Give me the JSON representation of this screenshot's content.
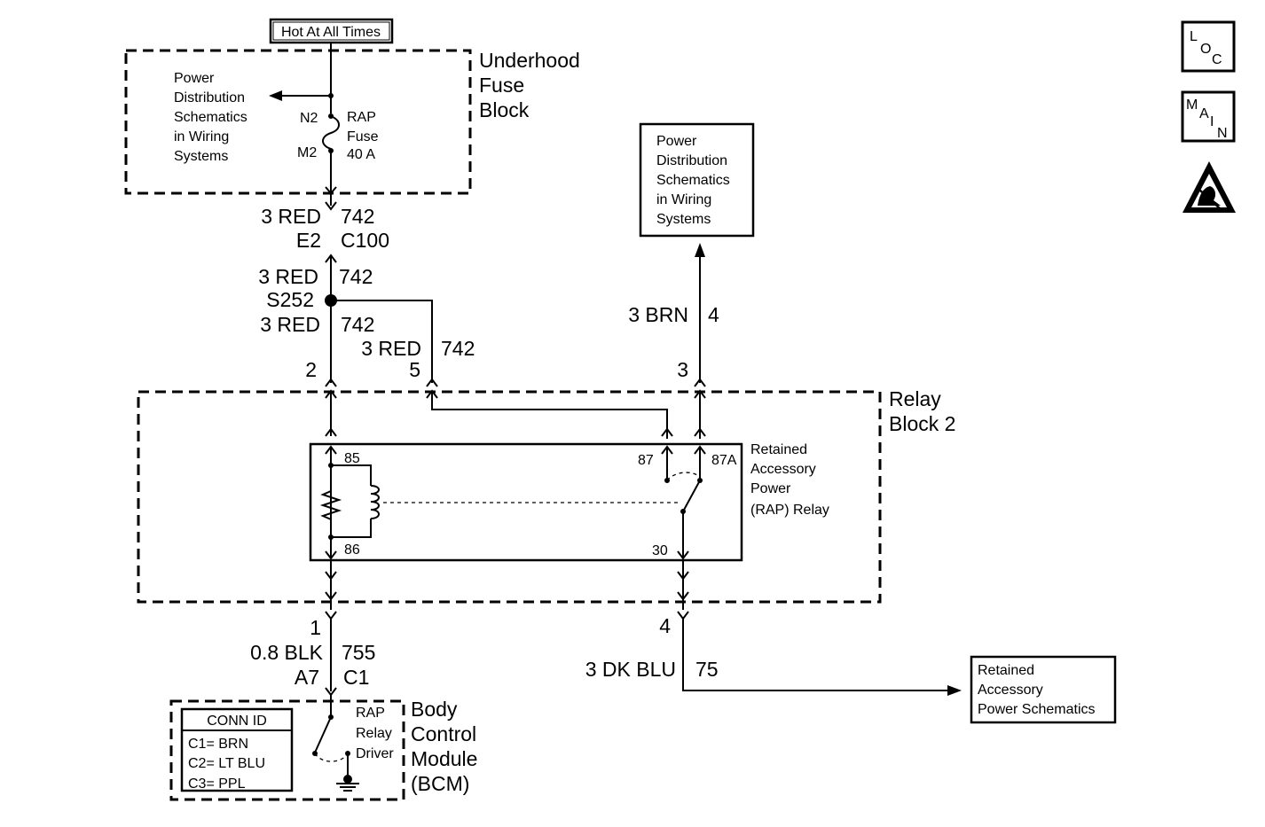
{
  "top_label": "Hot At All Times",
  "underhood": {
    "title": [
      "Underhood",
      "Fuse",
      "Block"
    ],
    "pd_text": [
      "Power",
      "Distribution",
      "Schematics",
      "in Wiring",
      "Systems"
    ],
    "n2": "N2",
    "m2": "M2",
    "fuse_label": [
      "RAP",
      "Fuse",
      "40 A"
    ]
  },
  "wire_upper": {
    "color": "3 RED",
    "circuit": "742",
    "pin": "E2",
    "connector": "C100"
  },
  "splice": {
    "upper_color": "3 RED",
    "upper_circuit": "742",
    "name": "S252",
    "lower_color": "3 RED",
    "lower_circuit": "742"
  },
  "branch": {
    "color": "3 RED",
    "circuit": "742"
  },
  "pd_box_right": [
    "Power",
    "Distribution",
    "Schematics",
    "in Wiring",
    "Systems"
  ],
  "brn_wire": {
    "color": "3 BRN",
    "circuit": "4"
  },
  "relay_block": {
    "title": [
      "Relay",
      "Block 2"
    ],
    "pin_2": "2",
    "pin_5": "5",
    "pin_3": "3",
    "pin_1": "1",
    "pin_4": "4"
  },
  "relay": {
    "label": [
      "Retained",
      "Accessory",
      "Power",
      "(RAP) Relay"
    ],
    "t85": "85",
    "t86": "86",
    "t87": "87",
    "t87a": "87A",
    "t30": "30"
  },
  "blk_wire": {
    "color": "0.8 BLK",
    "circuit": "755",
    "pin": "A7",
    "connector": "C1"
  },
  "dkblu_wire": {
    "color": "3 DK BLU",
    "circuit": "75"
  },
  "rap_box": [
    "Retained",
    "Accessory",
    "Power Schematics"
  ],
  "bcm": {
    "title": [
      "Body",
      "Control",
      "Module",
      "(BCM)"
    ],
    "driver": [
      "RAP",
      "Relay",
      "Driver"
    ],
    "conn_header": "CONN ID",
    "conn_rows": [
      "C1= BRN",
      "C2= LT BLU",
      "C3= PPL"
    ]
  },
  "icons": {
    "loc": [
      "L",
      "O",
      "C"
    ],
    "main": [
      "M",
      "A",
      "I",
      "N"
    ],
    "esd": "esd-warning-icon"
  }
}
